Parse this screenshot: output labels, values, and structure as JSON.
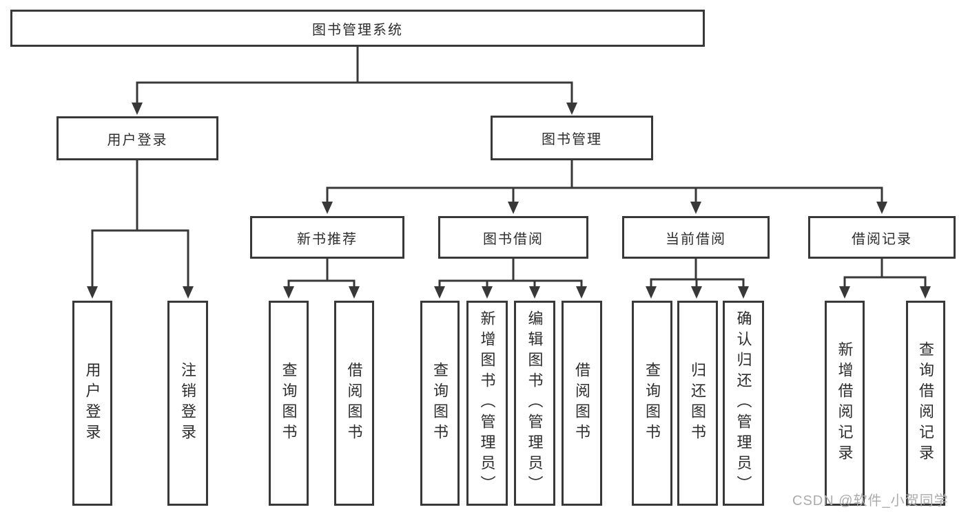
{
  "tree": {
    "label": "图书管理系统",
    "children": [
      {
        "label": "用户登录",
        "children": [
          {
            "label": "用户登录"
          },
          {
            "label": "注销登录"
          }
        ]
      },
      {
        "label": "图书管理",
        "children": [
          {
            "label": "新书推荐",
            "children": [
              {
                "label": "查询图书"
              },
              {
                "label": "借阅图书"
              }
            ]
          },
          {
            "label": "图书借阅",
            "children": [
              {
                "label": "查询图书"
              },
              {
                "label": "新增图书（管理员）"
              },
              {
                "label": "编辑图书（管理员）"
              },
              {
                "label": "借阅图书"
              }
            ]
          },
          {
            "label": "当前借阅",
            "children": [
              {
                "label": "查询图书"
              },
              {
                "label": "归还图书"
              },
              {
                "label": "确认归还（管理员）"
              }
            ]
          },
          {
            "label": "借阅记录",
            "children": [
              {
                "label": "新增借阅记录"
              },
              {
                "label": "查询借阅记录"
              }
            ]
          }
        ]
      }
    ]
  },
  "watermark": {
    "text": "CSDN @软件_小贺同学"
  },
  "colors": {
    "line": "#383838",
    "text": "#2d2d2d",
    "background": "#ffffff",
    "watermark": "#ababab"
  }
}
